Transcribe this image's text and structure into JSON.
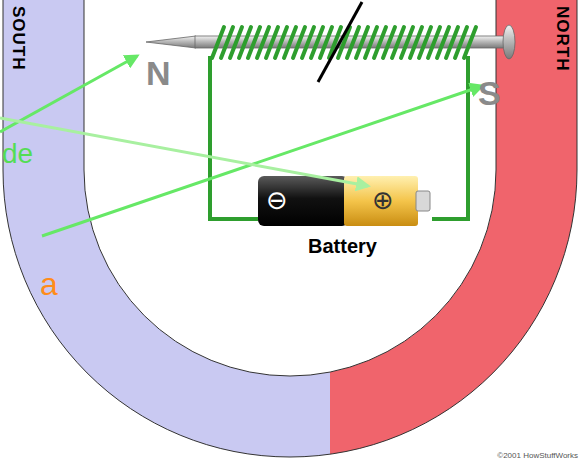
{
  "diagram": {
    "nodes": [
      {
        "text": [
          "SOUTH"
        ]
      },
      {
        "text": [
          "NORTH"
        ]
      },
      {
        "text": [
          "⊖",
          "⊕",
          "Battery"
        ]
      }
    ],
    "labels": [
      "N",
      "S",
      "de",
      "a",
      "©2001 HowStuffWorks"
    ]
  }
}
